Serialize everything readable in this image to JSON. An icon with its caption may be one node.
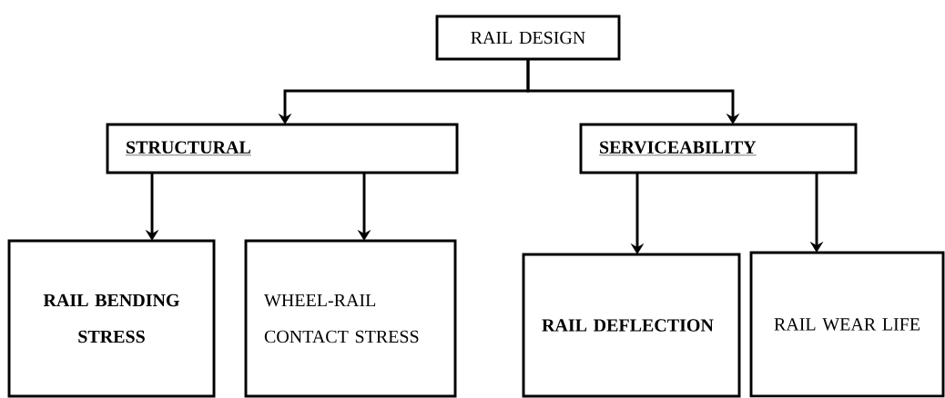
{
  "diagram": {
    "nodes": [
      {
        "text": [
          "RAIL DESIGN"
        ]
      },
      {
        "text": [
          "STRUCTURAL"
        ]
      },
      {
        "text": [
          "SERVICEABILITY"
        ]
      },
      {
        "text": [
          "RAIL BENDING STRESS"
        ]
      },
      {
        "text": [
          "WHEEL-RAIL CONTACT STRESS"
        ]
      },
      {
        "text": [
          "RAIL DEFLECTION"
        ]
      },
      {
        "text": [
          "RAIL WEAR LIFE"
        ]
      }
    ],
    "edges": [
      {
        "from": 0,
        "to": 1,
        "arrow": "to"
      },
      {
        "from": 0,
        "to": 2,
        "arrow": "to"
      },
      {
        "from": 1,
        "to": 3,
        "arrow": "to"
      },
      {
        "from": 1,
        "to": 4,
        "arrow": "to"
      },
      {
        "from": 2,
        "to": 5,
        "arrow": "to"
      },
      {
        "from": 2,
        "to": 6,
        "arrow": "to"
      }
    ]
  }
}
